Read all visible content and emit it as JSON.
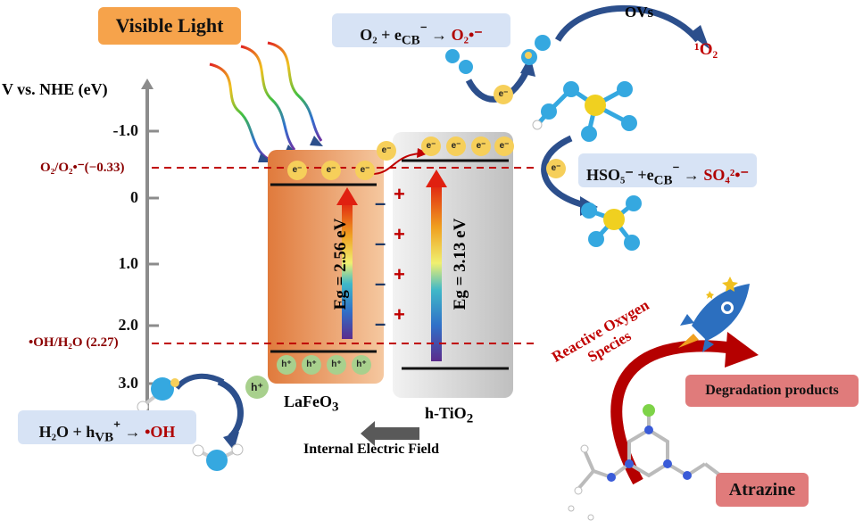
{
  "visible_light": "Visible Light",
  "y_axis": {
    "title": "V vs. NHE (eV)",
    "ticks": [
      "-1.0",
      "0",
      "1.0",
      "2.0",
      "3.0"
    ]
  },
  "levels": {
    "o2": "O₂/O₂•⁻(−0.33)",
    "oh": "•OH/H₂O (2.27)"
  },
  "lafeo3": {
    "name_prefix": "LaFeO",
    "name_sub": "3",
    "eg": "Eg = 2.56 eV"
  },
  "tio2": {
    "name_prefix": "h-TiO",
    "name_sub": "2",
    "eg": "Eg = 3.13 eV"
  },
  "electron": "e⁻",
  "hole": "h⁺",
  "internal_field": "Internal Electric Field",
  "eq_o2": {
    "lhs": "O₂ + e",
    "sub": "CB",
    "sup": "⁻",
    "arrow": " → ",
    "rhs": "O₂•⁻"
  },
  "eq_hso5": {
    "lhs": "HSO₅⁻ +e",
    "sub": "CB",
    "sup": "⁻",
    "arrow": " → ",
    "rhs": "SO₄²•⁻"
  },
  "eq_oh": {
    "lhs": "H₂O + h",
    "sub": "VB",
    "sup": "⁺",
    "arrow": " → ",
    "rhs": "•OH"
  },
  "ovs": "OVs",
  "singlet_o2": "¹O₂",
  "ros": "Reactive Oxygen Species",
  "degradation": "Degradation products",
  "atrazine": "Atrazine",
  "colors": {
    "axis": "#8c8c8c",
    "dashed": "#c00000",
    "blue_arrow": "#2c4f8c",
    "red_arc": "#b50000",
    "lafeo3_panel": "#e8915a",
    "tio2_panel": "#d9d9d9"
  }
}
